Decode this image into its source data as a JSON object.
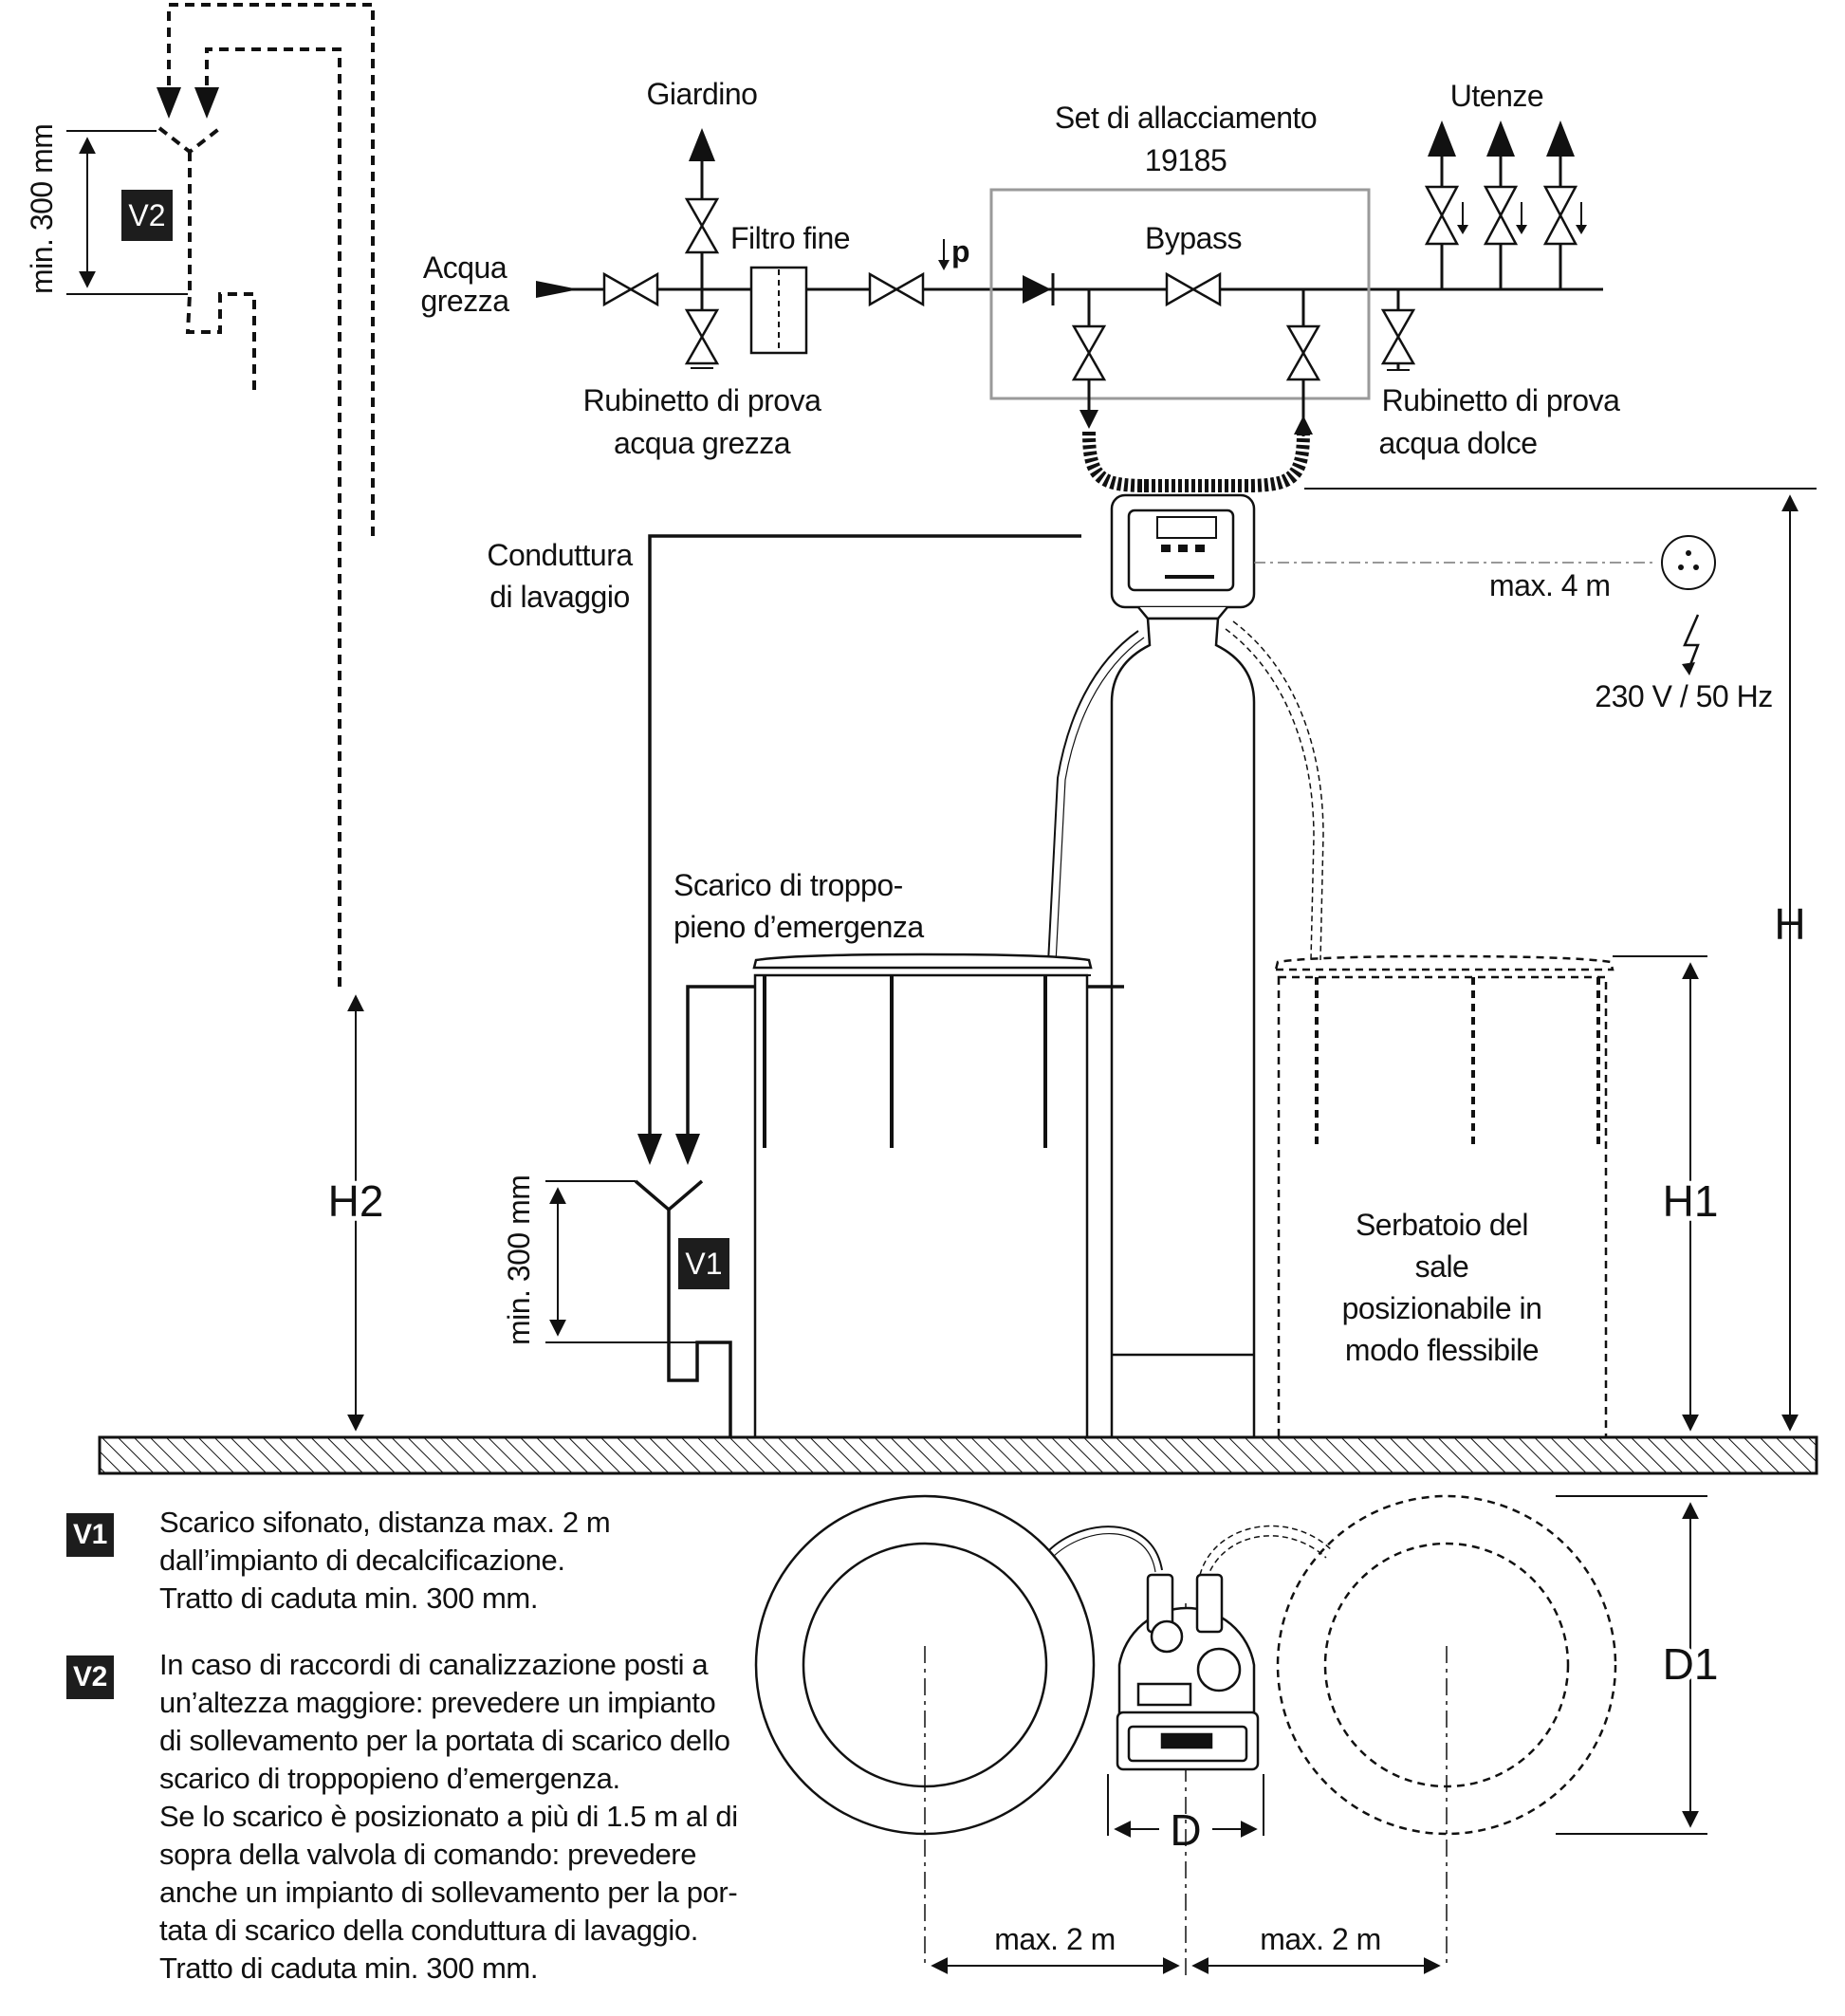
{
  "labels": {
    "acqua_grezza_1": "Acqua",
    "acqua_grezza_2": "grezza",
    "giardino": "Giardino",
    "filtro_fine": "Filtro fine",
    "pressure_p": "p",
    "set_title_1": "Set di allacciamento",
    "set_title_2": "19185",
    "bypass": "Bypass",
    "utenze": "Utenze",
    "rub_grezza_1": "Rubinetto di prova",
    "rub_grezza_2": "acqua grezza",
    "rub_dolce_1": "Rubinetto di prova",
    "rub_dolce_2": "acqua dolce",
    "condottura_1": "Conduttura",
    "condottura_2": "di lavaggio",
    "max_4m": "max. 4 m",
    "power": "230 V / 50 Hz",
    "troppo_1": "Scarico di troppo-",
    "troppo_2": "pieno d’emergenza",
    "serb_1": "Serbatoio del",
    "serb_2": "sale",
    "serb_3": "posizionabile in",
    "serb_4": "modo flessibile",
    "min300_top": "min. 300 mm",
    "min300_bottom": "min. 300 mm",
    "v1": "V1",
    "v2": "V2",
    "h": "H",
    "h1": "H1",
    "h2": "H2",
    "d": "D",
    "d1": "D1",
    "max2m_left": "max. 2 m",
    "max2m_right": "max. 2 m"
  },
  "notes": [
    {
      "badge": "V1",
      "text": "Scarico sifonato, distanza max. 2 m\ndall’impianto di decalcificazione.\nTratto di caduta min. 300 mm."
    },
    {
      "badge": "V2",
      "text": "In caso di raccordi di canalizzazione posti a\nun’altezza maggiore: prevedere un impianto\ndi sollevamento per la portata di scarico dello\nscarico di troppopieno d’emergenza.\nSe lo scarico è posizionato a più di 1.5 m al di\nsopra della valvola di comando: prevedere\nanche un impianto di sollevamento per la por-\ntata di scarico della conduttura di lavaggio.\nTratto di caduta min. 300 mm."
    }
  ],
  "colors": {
    "line": "#111111",
    "set_box": "#9a9a9a",
    "badge_bg": "#1d1d1d",
    "hatch": "#111111"
  }
}
